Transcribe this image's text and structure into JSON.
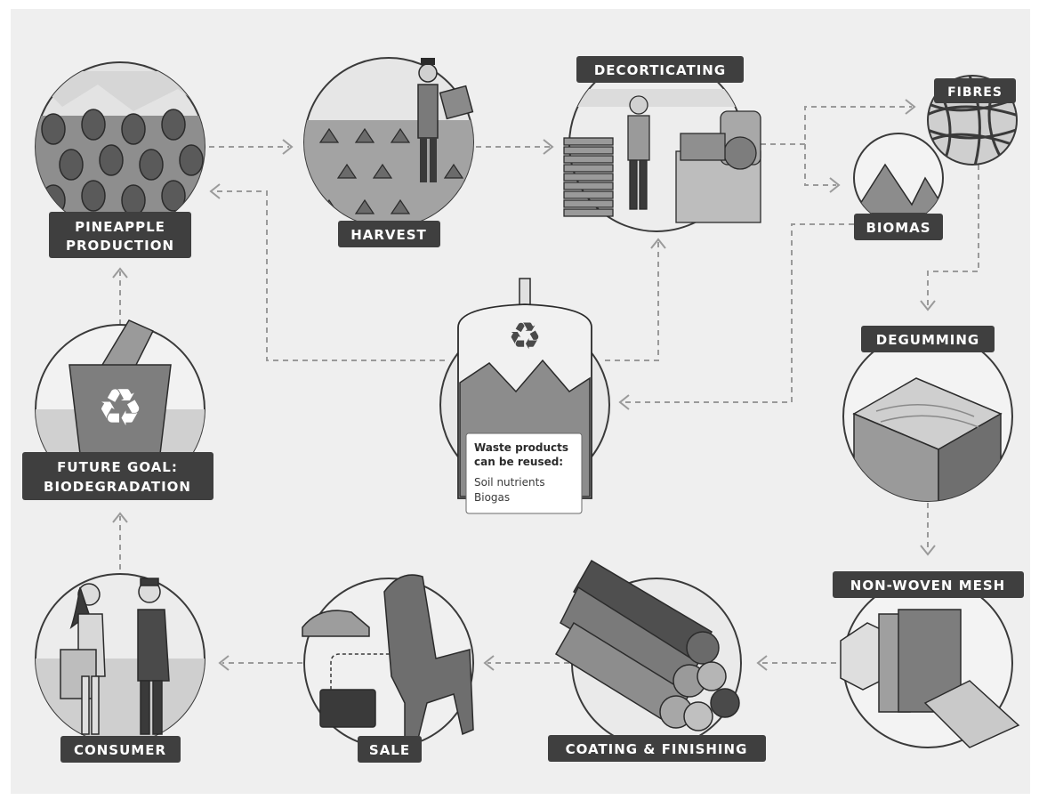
{
  "steps": {
    "pineapple": [
      "PINEAPPLE",
      "PRODUCTION"
    ],
    "harvest": "HARVEST",
    "decorticating": "DECORTICATING",
    "fibres": "FIBRES",
    "biomas": "BIOMAS",
    "degumming": "DEGUMMING",
    "nonwoven": "NON-WOVEN MESH",
    "coating": "COATING & FINISHING",
    "sale": "SALE",
    "consumer": "CONSUMER",
    "future": [
      "FUTURE GOAL:",
      "BIODEGRADATION"
    ]
  },
  "waste_box": {
    "title": [
      "Waste products",
      "can be reused:"
    ],
    "items": [
      "Soil nutrients",
      "Biogas"
    ]
  },
  "colors": {
    "background": "#efefef",
    "label_bg": "#3f3f3f",
    "label_text": "#ffffff",
    "arrow": "#9a9a9a",
    "circle_stroke": "#3a3a3a"
  }
}
